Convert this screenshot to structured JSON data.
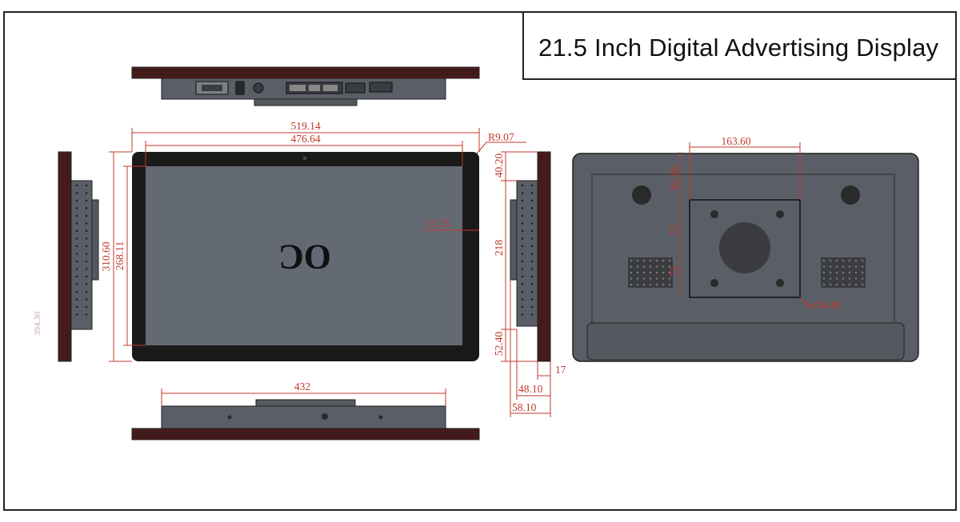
{
  "title": "21.5 Inch Digital Advertising Display",
  "logo_text": "OC",
  "colors": {
    "frame": "#1a1a1a",
    "screen": "#646a74",
    "panel": "#5a5e66",
    "dimension": "#c0392b",
    "bezel_wood": "#4a1a1a"
  },
  "dimensions": {
    "overall_width": "519.14",
    "screen_width": "476.64",
    "corner_radius": "R9.07",
    "overall_height": "310.60",
    "screen_height": "268.11",
    "side_bezel": "21.25",
    "top_offset": "40.20",
    "side_height": "218",
    "bottom_offset": "52.40",
    "depth_17": "17",
    "depth_48": "48.10",
    "depth_58": "58.10",
    "bottom_width": "432",
    "vesa_width": "163.60",
    "vesa_h1": "81.80",
    "vesa_h2": "75",
    "vesa_h3": "75",
    "vesa_holes": "6-Ø4.40",
    "left_side_label": "394.30"
  }
}
